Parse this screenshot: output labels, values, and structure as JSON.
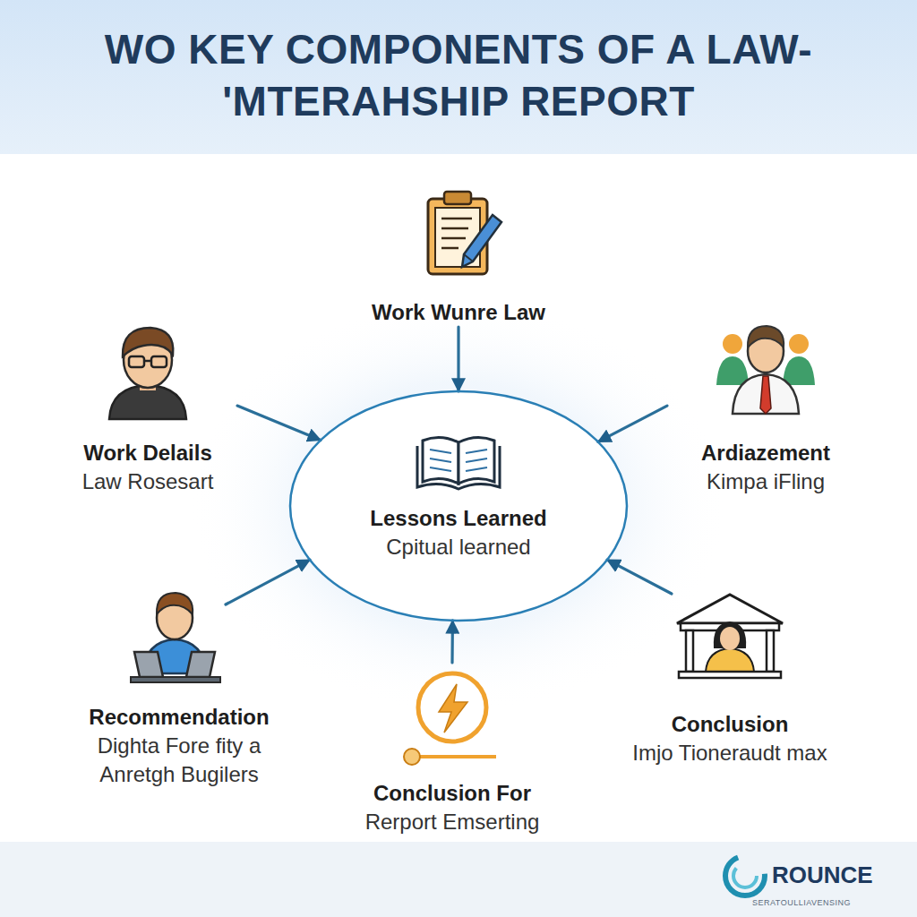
{
  "diagram": {
    "title": "WO KEY COMPONENTS OF A LAW- 'MTERAHSHIP REPORT",
    "nodes": [
      {
        "text": [
          "Work Wunre Law"
        ]
      },
      {
        "text": [
          "Work Delails",
          "Law Rosesart"
        ]
      },
      {
        "text": [
          "Lessons Learned",
          "Cpitual learned"
        ]
      },
      {
        "text": [
          "Ardiazement",
          "Kimpa iFling"
        ]
      },
      {
        "text": [
          "Recommendation",
          "Dighta Fore fity a Anretgh Bugilers"
        ]
      },
      {
        "text": [
          "Conclusion For",
          "Rerport Emserting"
        ]
      },
      {
        "text": [
          "Conclusion",
          "Imjo Tioneraudt max"
        ]
      }
    ],
    "edges": [
      {
        "from": 0,
        "to": 2,
        "arrow": "to"
      },
      {
        "from": 1,
        "to": 2,
        "arrow": "to"
      },
      {
        "from": 3,
        "to": 2,
        "arrow": "to"
      },
      {
        "from": 4,
        "to": 2,
        "arrow": "to"
      },
      {
        "from": 5,
        "to": 2,
        "arrow": "to"
      },
      {
        "from": 6,
        "to": 2,
        "arrow": "to"
      }
    ],
    "labels": [
      "ROUNCE",
      "SERATOULLIAVENSING"
    ]
  }
}
